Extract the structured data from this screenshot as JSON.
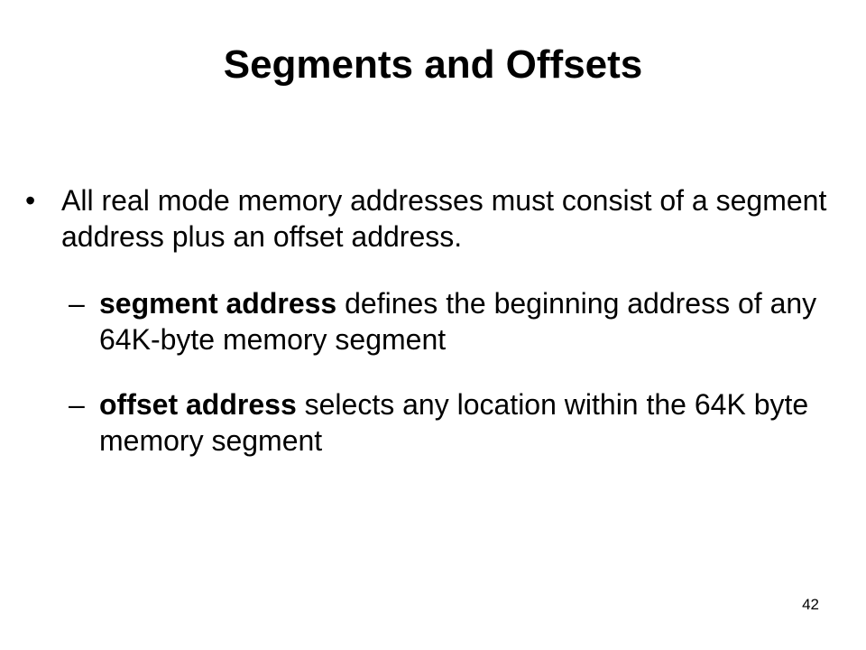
{
  "slide": {
    "title": "Segments and Offsets",
    "bullet": {
      "marker": "•",
      "text": "All real mode memory addresses must consist of a segment address plus an offset address."
    },
    "sub_bullets": [
      {
        "marker": "–",
        "term": "segment address",
        "text": " defines the beginning address of any 64K-byte memory segment"
      },
      {
        "marker": "–",
        "term": "offset address",
        "text": " selects any location within the 64K byte memory segment"
      }
    ],
    "page_number": "42"
  }
}
